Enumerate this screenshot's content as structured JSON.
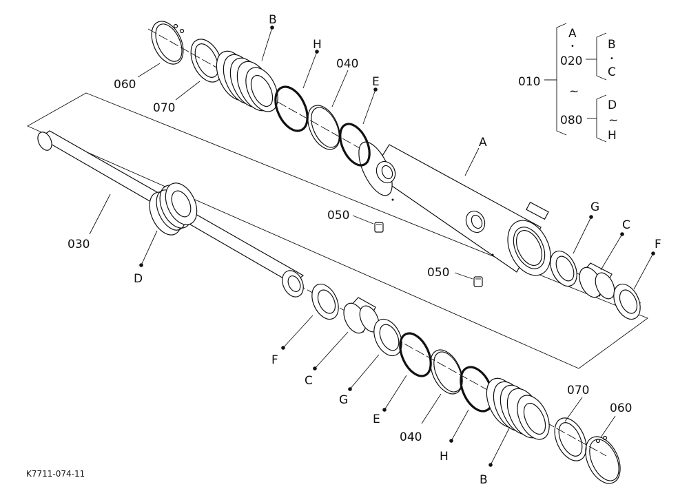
{
  "diagram_code": "K7711-074-11",
  "callouts": {
    "B_top": "B",
    "H_top": "H",
    "e040_top": "040",
    "E_top": "E",
    "e060_top": "060",
    "e070_top": "070",
    "A": "A",
    "e030": "030",
    "D": "D",
    "e050_a": "050",
    "e050_b": "050",
    "G_right": "G",
    "C_right": "C",
    "F_right": "F",
    "F_bottom": "F",
    "C_bottom": "C",
    "G_bottom": "G",
    "E_bottom": "E",
    "e040_bottom": "040",
    "H_bottom": "H",
    "B_bottom": "B",
    "e070_bottom": "070",
    "e060_bottom": "060"
  },
  "legend": {
    "assembly": "010",
    "a": "A",
    "a_dot": "•",
    "kit": "020",
    "tilde": "~",
    "seal_kit": "080",
    "b": "B",
    "b_dot": "•",
    "c": "C",
    "d": "D",
    "d_tilde": "~",
    "h": "H"
  }
}
